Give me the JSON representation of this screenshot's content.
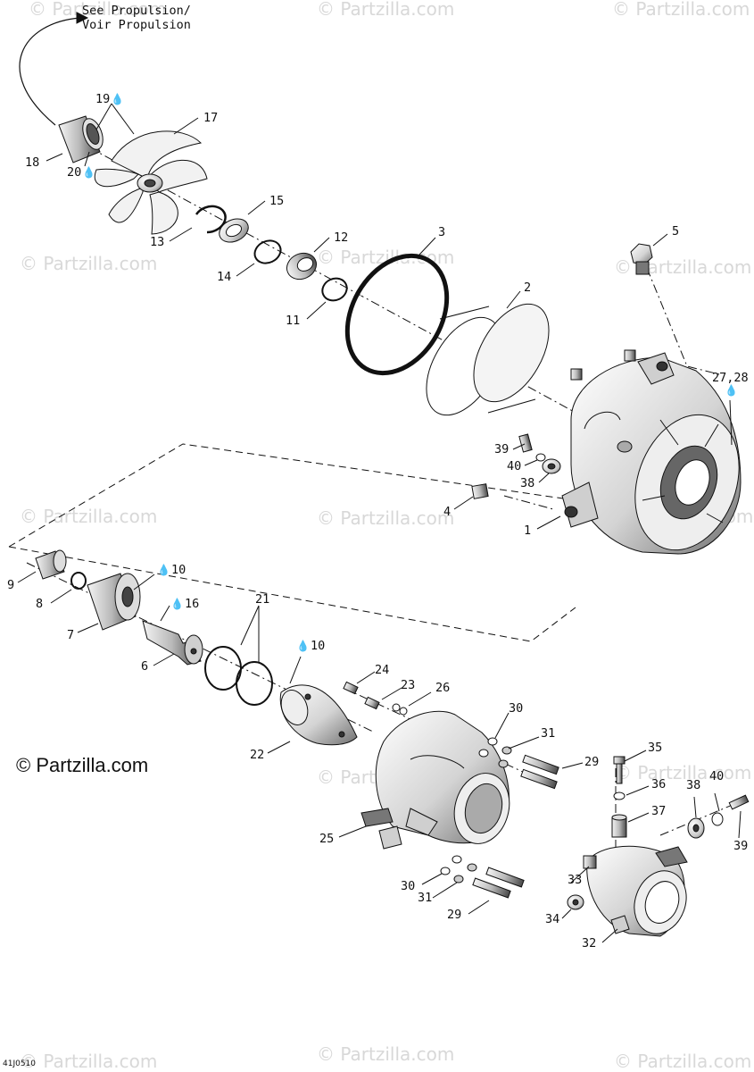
{
  "watermark": {
    "text": "© Partzilla.com"
  },
  "brand": {
    "text": "© Partzilla.com"
  },
  "note": {
    "line1": "See Propulsion/",
    "line2": "Voir Propulsion"
  },
  "diagram_code": "41J0510",
  "callouts": [
    {
      "num": "19",
      "drop": true
    },
    {
      "num": "17",
      "drop": false
    },
    {
      "num": "18",
      "drop": false
    },
    {
      "num": "20",
      "drop": true
    },
    {
      "num": "15",
      "drop": false
    },
    {
      "num": "13",
      "drop": false
    },
    {
      "num": "12",
      "drop": false
    },
    {
      "num": "14",
      "drop": false
    },
    {
      "num": "3",
      "drop": false
    },
    {
      "num": "11",
      "drop": false
    },
    {
      "num": "2",
      "drop": false
    },
    {
      "num": "5",
      "drop": false
    },
    {
      "num": "27,28",
      "drop": true
    },
    {
      "num": "39",
      "drop": false
    },
    {
      "num": "40",
      "drop": false
    },
    {
      "num": "38",
      "drop": false
    },
    {
      "num": "4",
      "drop": false
    },
    {
      "num": "1",
      "drop": false
    },
    {
      "num": "9",
      "drop": false
    },
    {
      "num": "10",
      "drop": true
    },
    {
      "num": "8",
      "drop": false
    },
    {
      "num": "16",
      "drop": true
    },
    {
      "num": "7",
      "drop": false
    },
    {
      "num": "21",
      "drop": false
    },
    {
      "num": "6",
      "drop": false
    },
    {
      "num": "10",
      "drop": true
    },
    {
      "num": "24",
      "drop": false
    },
    {
      "num": "23",
      "drop": false
    },
    {
      "num": "26",
      "drop": false
    },
    {
      "num": "22",
      "drop": false
    },
    {
      "num": "30",
      "drop": false
    },
    {
      "num": "31",
      "drop": false
    },
    {
      "num": "29",
      "drop": false
    },
    {
      "num": "35",
      "drop": false
    },
    {
      "num": "36",
      "drop": false
    },
    {
      "num": "40",
      "drop": false
    },
    {
      "num": "38",
      "drop": false
    },
    {
      "num": "37",
      "drop": false
    },
    {
      "num": "39",
      "drop": false
    },
    {
      "num": "25",
      "drop": false
    },
    {
      "num": "33",
      "drop": false
    },
    {
      "num": "30",
      "drop": false
    },
    {
      "num": "31",
      "drop": false
    },
    {
      "num": "34",
      "drop": false
    },
    {
      "num": "29",
      "drop": false
    },
    {
      "num": "32",
      "drop": false
    }
  ]
}
